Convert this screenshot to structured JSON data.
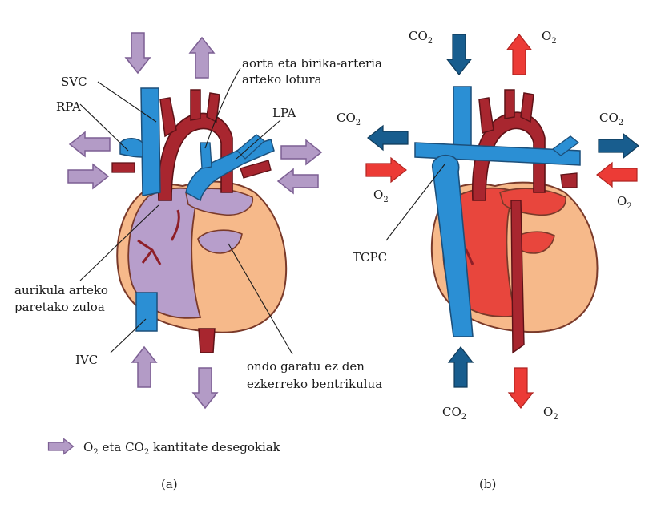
{
  "colors": {
    "lavender": "#b39bc6",
    "lavender_stroke": "#7c5f93",
    "blue_vessel": "#2b8fd4",
    "dark_red_vessel": "#a8262f",
    "heart_tan": "#f6b98a",
    "heart_red": "#e8463d",
    "heart_purple": "#b79ecb",
    "arrow_red": "#ec3b36",
    "arrow_navy": "#185d8e"
  },
  "panel_a": {
    "caption": "(a)",
    "labels": {
      "svc": "SVC",
      "rpa": "RPA",
      "lpa": "LPA",
      "ivc": "IVC",
      "aorta_line1": "aorta eta birika-arteria",
      "aorta_line2": "arteko lotura",
      "asd_line1": "aurikula arteko",
      "asd_line2": "paretako zuloa",
      "lv_line1": "ondo garatu ez den",
      "lv_line2": "ezkerreko bentrikulua"
    },
    "legend": {
      "icon": "lavender-arrow-icon",
      "o": "O",
      "o_sub": "2",
      "mid": " eta CO",
      "co_sub": "2",
      "rest": " kantitate desegokiak"
    }
  },
  "panel_b": {
    "caption": "(b)",
    "labels": {
      "tcpc": "TCPC",
      "co2": "CO",
      "o2": "O",
      "sub": "2"
    }
  }
}
